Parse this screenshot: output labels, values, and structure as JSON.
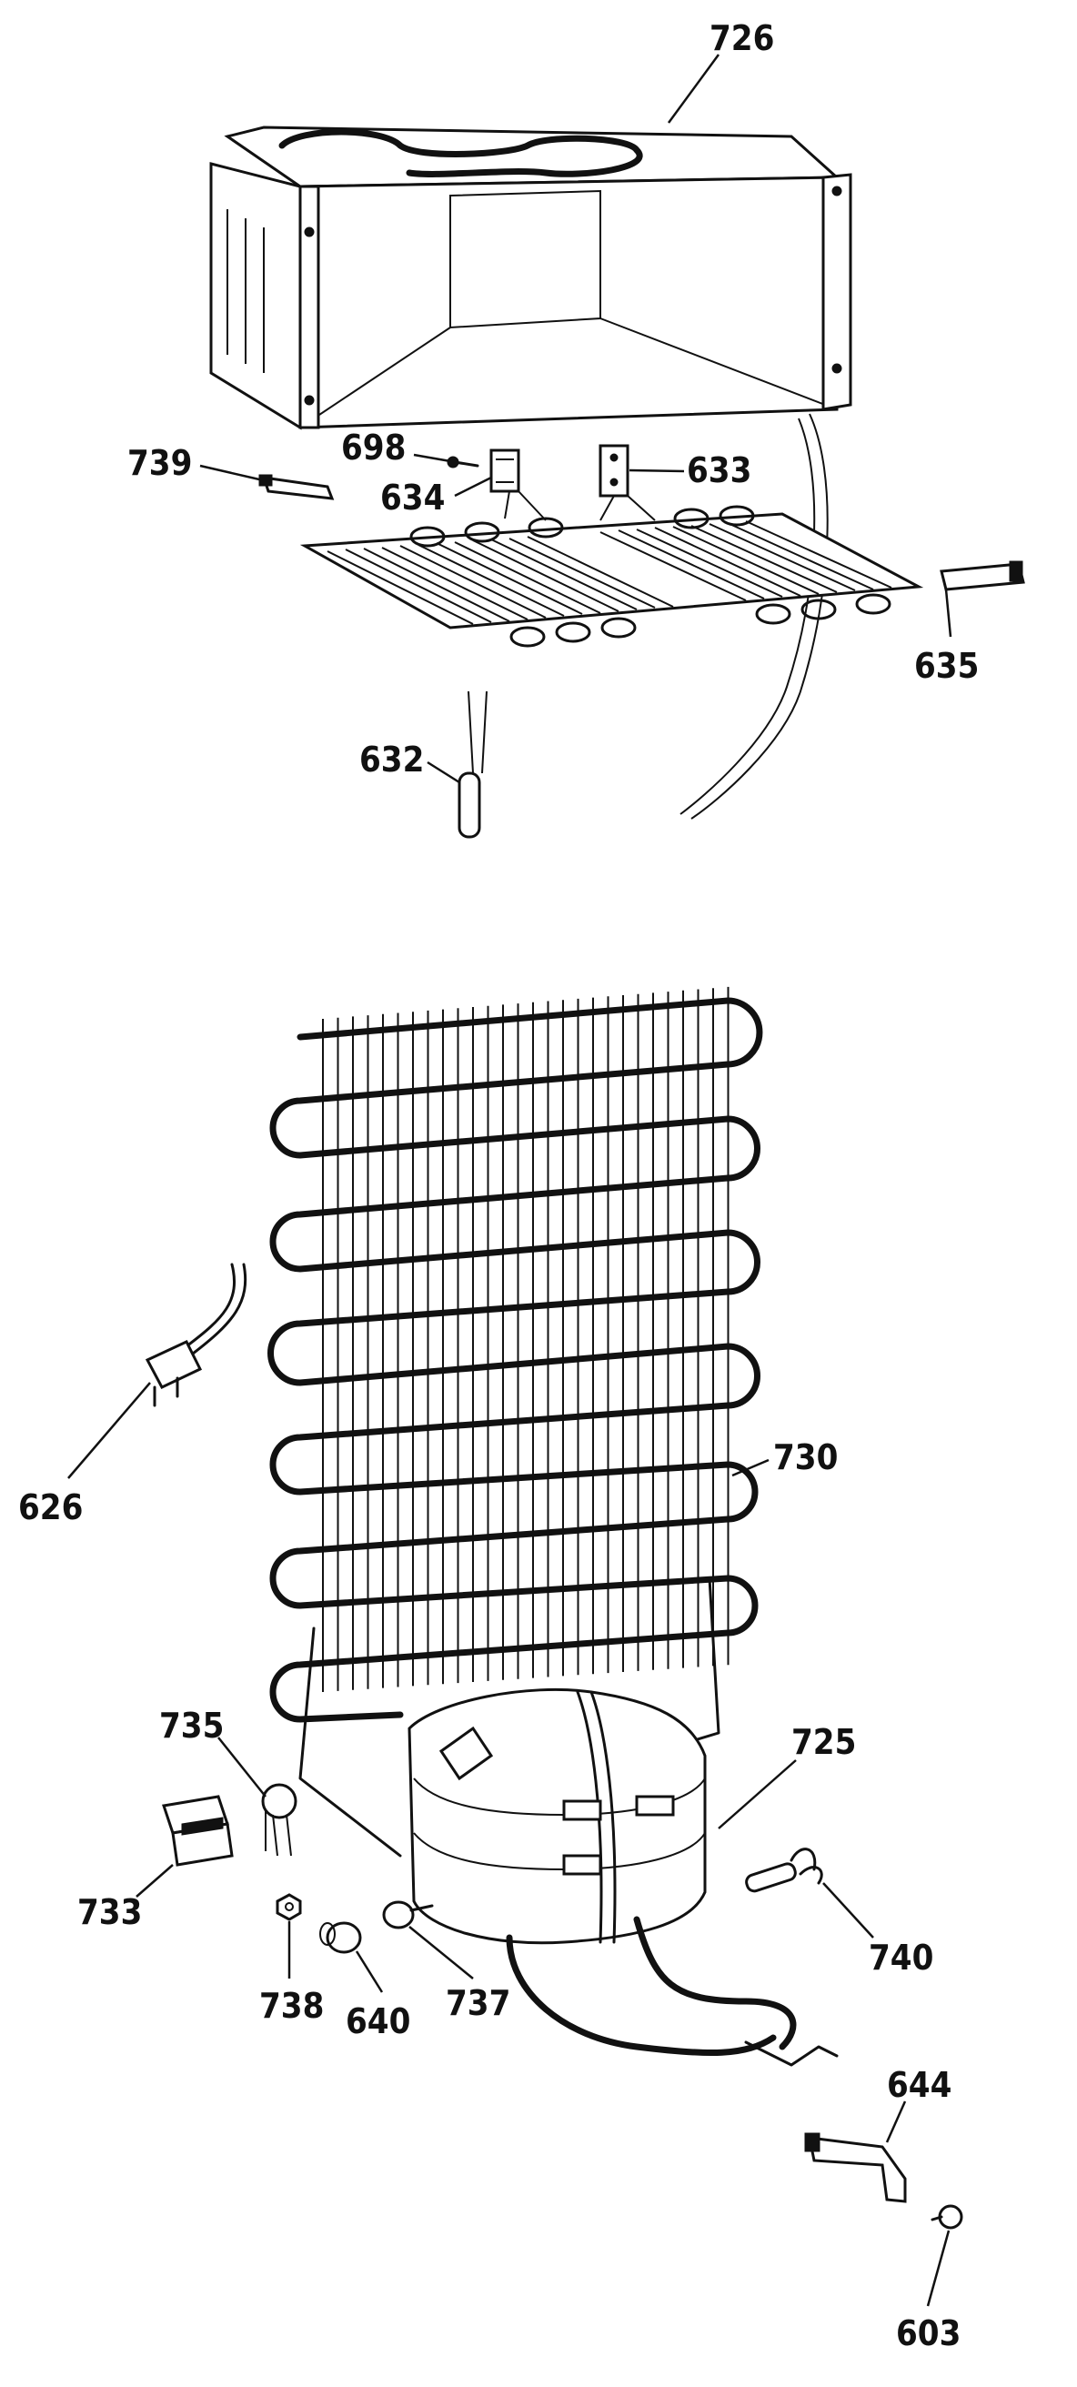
{
  "diagram": {
    "labels": {
      "726": "726",
      "739": "739",
      "698": "698",
      "634": "634",
      "633": "633",
      "635": "635",
      "632": "632",
      "626": "626",
      "730": "730",
      "735": "735",
      "725": "725",
      "733": "733",
      "738": "738",
      "640": "640",
      "737": "737",
      "740": "740",
      "644": "644",
      "603": "603"
    }
  }
}
